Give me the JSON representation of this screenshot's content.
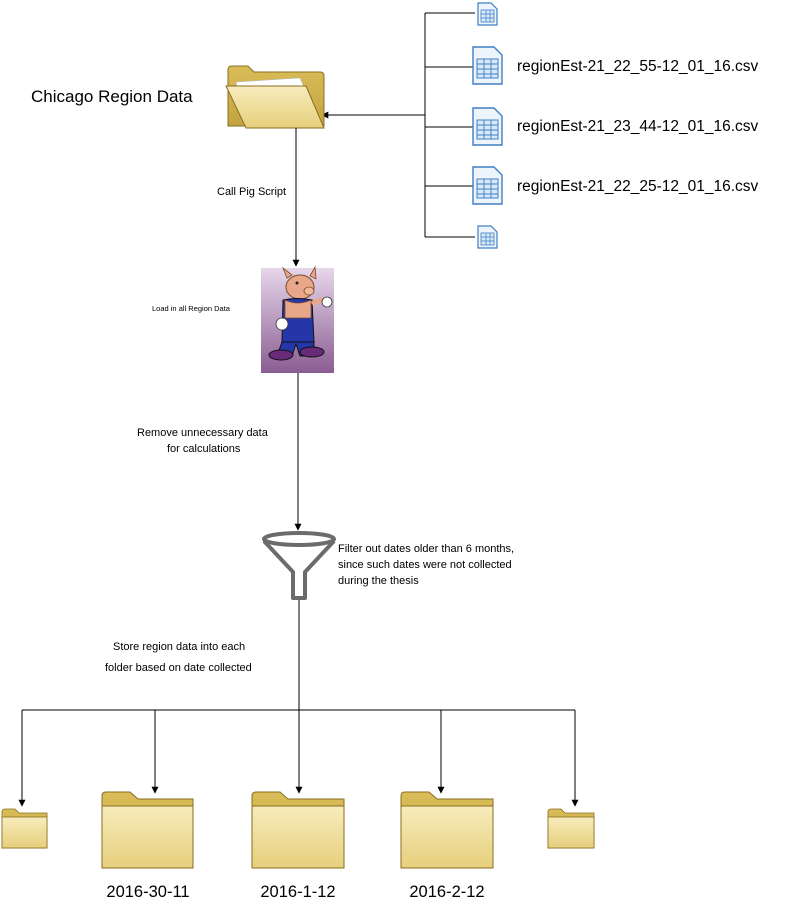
{
  "source": {
    "title": "Chicago Region Data",
    "files": [
      "regionEst-21_22_55-12_01_16.csv",
      "regionEst-21_23_44-12_01_16.csv",
      "regionEst-21_22_25-12_01_16.csv"
    ]
  },
  "steps": {
    "call_pig": "Call Pig Script",
    "load_all": "Load in all Region Data",
    "remove_line1": "Remove unnecessary data",
    "remove_line2": "for calculations",
    "filter_line1": "Filter out dates older than 6 months,",
    "filter_line2": "since such dates were not collected",
    "filter_line3": "during the thesis",
    "store_line1": "Store region data into each",
    "store_line2": "folder based on date collected"
  },
  "output_folders": [
    "2016-30-11",
    "2016-1-12",
    "2016-2-12"
  ],
  "colors": {
    "line": "#000000",
    "folder_light": "#f4e6a8",
    "folder_mid": "#d9bf5c",
    "folder_dark": "#b8962f",
    "file_blue": "#3f7fc4",
    "file_light": "#d8e8f7",
    "funnel": "#6b6b6b"
  }
}
